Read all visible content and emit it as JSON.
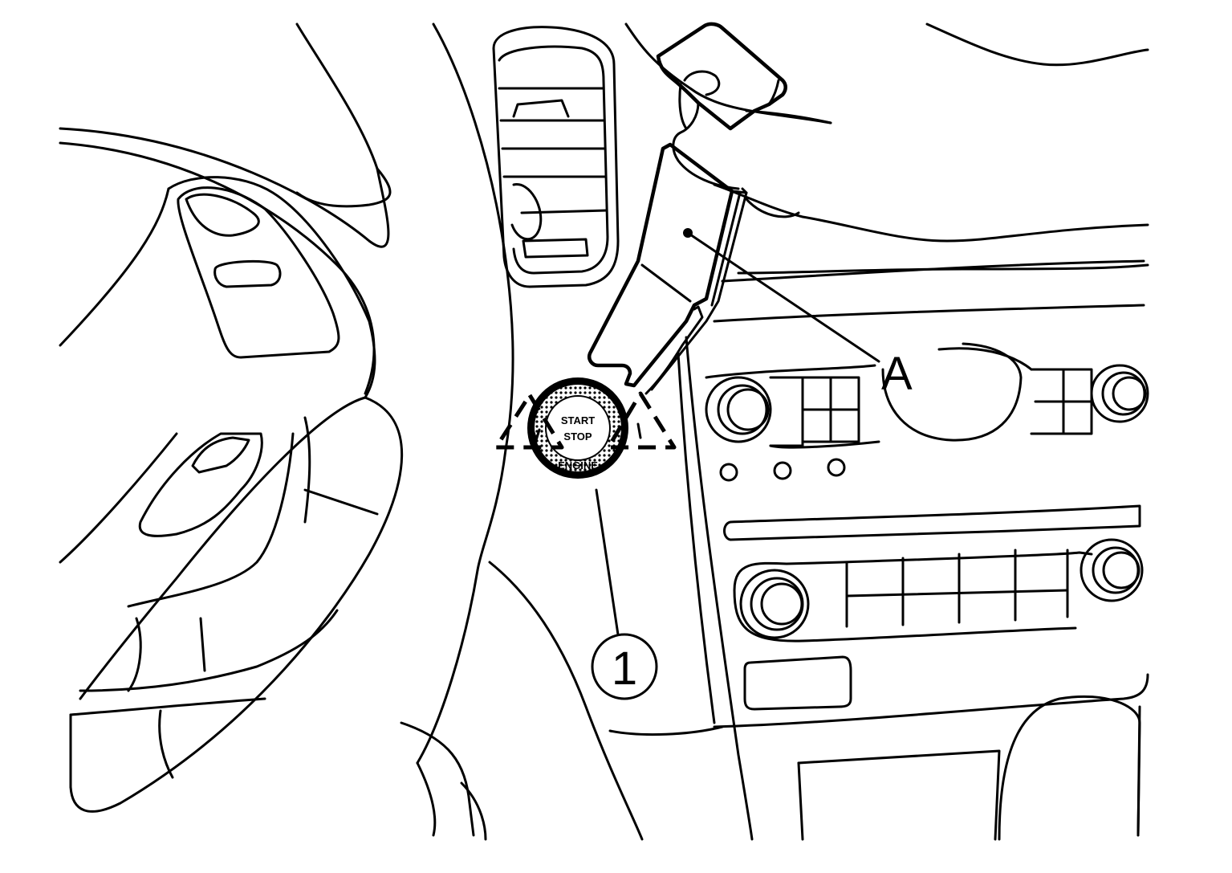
{
  "callouts": {
    "part_A": "A",
    "part_1": "1"
  },
  "button_labels": {
    "line1": "START",
    "line2": "STOP",
    "line3": "ENGINE"
  },
  "colors": {
    "line": "#000000",
    "background": "#ffffff"
  }
}
